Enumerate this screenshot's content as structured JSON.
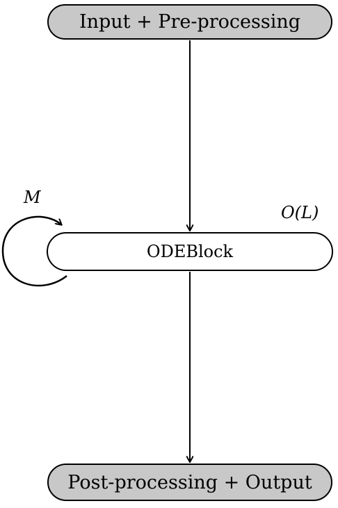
{
  "nodes": {
    "input": {
      "label": "Input + Pre-processing",
      "fill": "#c8c8c8"
    },
    "ode": {
      "label": "ODEBlock",
      "fill": "#ffffff"
    },
    "output": {
      "label": "Post-processing + Output",
      "fill": "#c8c8c8"
    }
  },
  "annotations": {
    "loop_label": "M",
    "complexity_label": "O(L)"
  },
  "edges": [
    {
      "from": "input",
      "to": "ode"
    },
    {
      "from": "ode",
      "to": "output"
    },
    {
      "from": "ode",
      "to": "ode",
      "style": "self-loop"
    }
  ]
}
